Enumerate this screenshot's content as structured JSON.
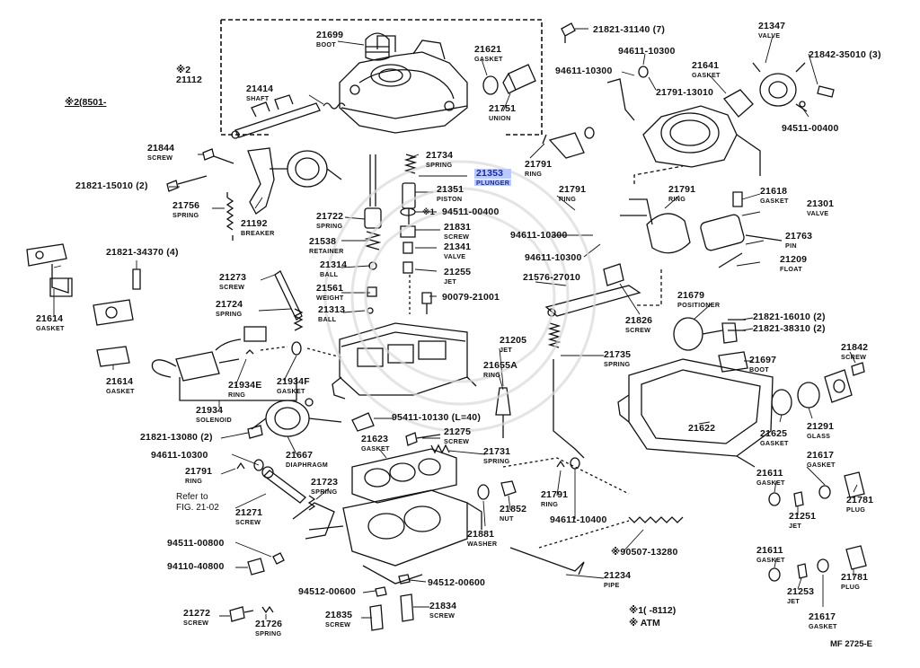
{
  "callouts": [
    {
      "id": "21699",
      "num": "21699",
      "name": "BOOT"
    },
    {
      "id": "21112",
      "num": "21112",
      "name": ""
    },
    {
      "id": "21414",
      "num": "21414",
      "name": "SHAFT"
    },
    {
      "id": "21621",
      "num": "21621",
      "name": "GASKET"
    },
    {
      "id": "21751",
      "num": "21751",
      "name": "UNION"
    },
    {
      "id": "21821-31140",
      "num": "21821-31140 (7)",
      "name": ""
    },
    {
      "id": "94611-10300a",
      "num": "94611-10300",
      "name": ""
    },
    {
      "id": "94611-10300b",
      "num": "94611-10300",
      "name": ""
    },
    {
      "id": "21791-13010",
      "num": "21791-13010",
      "name": ""
    },
    {
      "id": "21641",
      "num": "21641",
      "name": "GASKET"
    },
    {
      "id": "21347",
      "num": "21347",
      "name": "VALVE"
    },
    {
      "id": "21842-35010",
      "num": "21842-35010 (3)",
      "name": ""
    },
    {
      "id": "94511-00400",
      "num": "94511-00400",
      "name": ""
    },
    {
      "id": "21844",
      "num": "21844",
      "name": "SCREW"
    },
    {
      "id": "21734",
      "num": "21734",
      "name": "SPRING"
    },
    {
      "id": "21353",
      "num": "21353",
      "name": "PLUNGER"
    },
    {
      "id": "21791a",
      "num": "21791",
      "name": "RING"
    },
    {
      "id": "21821-15010",
      "num": "21821-15010 (2)",
      "name": ""
    },
    {
      "id": "21756",
      "num": "21756",
      "name": "SPRING"
    },
    {
      "id": "21192",
      "num": "21192",
      "name": "BREAKER"
    },
    {
      "id": "21351",
      "num": "21351",
      "name": "PISTON"
    },
    {
      "id": "94511-00400b",
      "num": "94511-00400",
      "name": ""
    },
    {
      "id": "21722",
      "num": "21722",
      "name": "SPRING"
    },
    {
      "id": "21831",
      "num": "21831",
      "name": "SCREW"
    },
    {
      "id": "21791b",
      "num": "21791",
      "name": "RING"
    },
    {
      "id": "21791c",
      "num": "21791",
      "name": "RING"
    },
    {
      "id": "21618",
      "num": "21618",
      "name": "GASKET"
    },
    {
      "id": "21301",
      "num": "21301",
      "name": "VALVE"
    },
    {
      "id": "94611-10300c",
      "num": "94611-10300",
      "name": ""
    },
    {
      "id": "21538",
      "num": "21538",
      "name": "RETAINER"
    },
    {
      "id": "21341",
      "num": "21341",
      "name": "VALVE"
    },
    {
      "id": "21763",
      "num": "21763",
      "name": "PIN"
    },
    {
      "id": "21821-34370",
      "num": "21821-34370 (4)",
      "name": ""
    },
    {
      "id": "21314",
      "num": "21314",
      "name": "BALL"
    },
    {
      "id": "21255",
      "num": "21255",
      "name": "JET"
    },
    {
      "id": "94611-10300d",
      "num": "94611-10300",
      "name": ""
    },
    {
      "id": "21209",
      "num": "21209",
      "name": "FLOAT"
    },
    {
      "id": "21576-27010",
      "num": "21576-27010",
      "name": ""
    },
    {
      "id": "21273",
      "num": "21273",
      "name": "SCREW"
    },
    {
      "id": "21561",
      "num": "21561",
      "name": "WEIGHT"
    },
    {
      "id": "90079-21001",
      "num": "90079-21001",
      "name": ""
    },
    {
      "id": "21614a",
      "num": "21614",
      "name": "GASKET"
    },
    {
      "id": "21724",
      "num": "21724",
      "name": "SPRING"
    },
    {
      "id": "21313",
      "num": "21313",
      "name": "BALL"
    },
    {
      "id": "21679",
      "num": "21679",
      "name": "POSITIONER"
    },
    {
      "id": "21821-16010",
      "num": "21821-16010 (2)",
      "name": ""
    },
    {
      "id": "21826",
      "num": "21826",
      "name": "SCREW"
    },
    {
      "id": "21821-38310",
      "num": "21821-38310 (2)",
      "name": ""
    },
    {
      "id": "21205",
      "num": "21205",
      "name": "JET"
    },
    {
      "id": "21735",
      "num": "21735",
      "name": "SPRING"
    },
    {
      "id": "21842",
      "num": "21842",
      "name": "SCREW"
    },
    {
      "id": "21697",
      "num": "21697",
      "name": "BOOT"
    },
    {
      "id": "21614b",
      "num": "21614",
      "name": "GASKET"
    },
    {
      "id": "21934E",
      "num": "21934E",
      "name": "RING"
    },
    {
      "id": "21934F",
      "num": "21934F",
      "name": "GASKET"
    },
    {
      "id": "21655A",
      "num": "21655A",
      "name": "RING"
    },
    {
      "id": "21934",
      "num": "21934",
      "name": "SOLENOID"
    },
    {
      "id": "95411-10130",
      "num": "95411-10130 (L=40)",
      "name": ""
    },
    {
      "id": "21622",
      "num": "21622",
      "name": ""
    },
    {
      "id": "21625",
      "num": "21625",
      "name": "GASKET"
    },
    {
      "id": "21291",
      "num": "21291",
      "name": "GLASS"
    },
    {
      "id": "21821-13080",
      "num": "21821-13080 (2)",
      "name": ""
    },
    {
      "id": "21275",
      "num": "21275",
      "name": "SCREW"
    },
    {
      "id": "21623",
      "num": "21623",
      "name": "GASKET"
    },
    {
      "id": "94611-10300e",
      "num": "94611-10300",
      "name": ""
    },
    {
      "id": "21667",
      "num": "21667",
      "name": "DIAPHRAGM"
    },
    {
      "id": "21731",
      "num": "21731",
      "name": "SPRING"
    },
    {
      "id": "21617a",
      "num": "21617",
      "name": "GASKET"
    },
    {
      "id": "21791d",
      "num": "21791",
      "name": "RING"
    },
    {
      "id": "21611a",
      "num": "21611",
      "name": "GASKET"
    },
    {
      "id": "21723",
      "num": "21723",
      "name": "SPRING"
    },
    {
      "id": "21781a",
      "num": "21781",
      "name": "PLUG"
    },
    {
      "id": "21251",
      "num": "21251",
      "name": "JET"
    },
    {
      "id": "21852",
      "num": "21852",
      "name": "NUT"
    },
    {
      "id": "21791e",
      "num": "21791",
      "name": "RING"
    },
    {
      "id": "21271",
      "num": "21271",
      "name": "SCREW"
    },
    {
      "id": "94611-10400",
      "num": "94611-10400",
      "name": ""
    },
    {
      "id": "21881",
      "num": "21881",
      "name": "WASHER"
    },
    {
      "id": "90507-13280",
      "num": "※90507-13280",
      "name": ""
    },
    {
      "id": "94511-00800",
      "num": "94511-00800",
      "name": ""
    },
    {
      "id": "21611b",
      "num": "21611",
      "name": "GASKET"
    },
    {
      "id": "94110-40800",
      "num": "94110-40800",
      "name": ""
    },
    {
      "id": "21234",
      "num": "21234",
      "name": "PIPE"
    },
    {
      "id": "21781b",
      "num": "21781",
      "name": "PLUG"
    },
    {
      "id": "94512-00600a",
      "num": "94512-00600",
      "name": ""
    },
    {
      "id": "94512-00600b",
      "num": "94512-00600",
      "name": ""
    },
    {
      "id": "21253",
      "num": "21253",
      "name": "JET"
    },
    {
      "id": "21272",
      "num": "21272",
      "name": "SCREW"
    },
    {
      "id": "21835",
      "num": "21835",
      "name": "SCREW"
    },
    {
      "id": "21834",
      "num": "21834",
      "name": "SCREW"
    },
    {
      "id": "21726",
      "num": "21726",
      "name": "SPRING"
    },
    {
      "id": "21617b",
      "num": "21617",
      "name": "GASKET"
    }
  ],
  "notes": {
    "mark2_top": "※2",
    "mark2_range": "※2(8501-",
    "refer_line1": "Refer to",
    "refer_line2": "FIG. 21-02",
    "legend1": "※1(        -8112)",
    "legend2": "※  ATM",
    "code": "MF 2725-E",
    "mark1_a": "※1",
    "mark1_b": "※1"
  },
  "highlight": "21353"
}
